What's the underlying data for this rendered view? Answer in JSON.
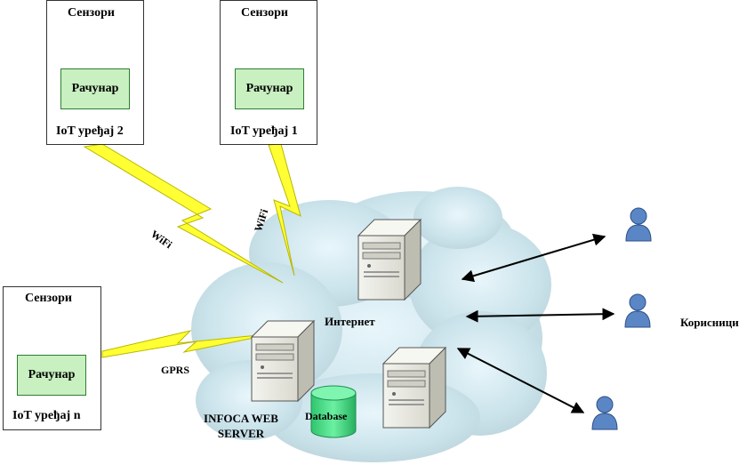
{
  "devices": [
    {
      "id": "iot2",
      "sensors_label": "Сензори",
      "computer_label": "Рачунар",
      "name": "IoT уређај 2"
    },
    {
      "id": "iot1",
      "sensors_label": "Сензори",
      "computer_label": "Рачунар",
      "name": "IoT уређај 1"
    },
    {
      "id": "iotn",
      "sensors_label": "Сензори",
      "computer_label": "Рачунар",
      "name": "IoT уређај n"
    }
  ],
  "links": {
    "wifi_left": "WiFi",
    "wifi_right": "WiFi",
    "gprs": "GPRS"
  },
  "internet_label": "Интернет",
  "server_label": "INFOCA WEB SERVER",
  "database_label": "Database",
  "users_label": "Корисници",
  "colors": {
    "sensor": "#ffff99",
    "computer": "#c8f0c0",
    "lightning": "#ffff33",
    "cloud": "#cde3ec",
    "database": "#44dd88",
    "user": "#5b86c6"
  }
}
